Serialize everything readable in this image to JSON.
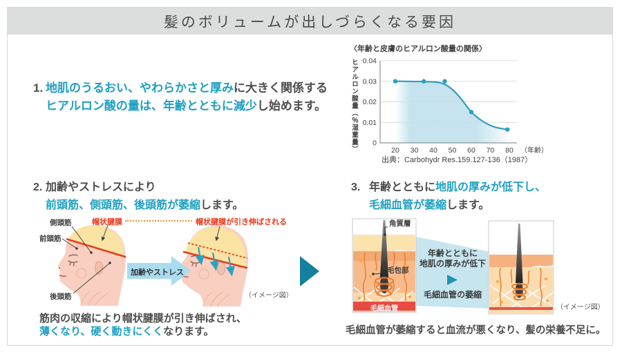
{
  "header": {
    "title": "髪のボリュームが出しづらくなる要因"
  },
  "sections": {
    "one": {
      "num": "1.",
      "l1a": "地肌のうるおい、やわらかさと厚み",
      "l1b": "に大きく関係する",
      "l2a": "ヒアルロン酸の量は、年齢とともに減少",
      "l2b": "し始めます。"
    },
    "two": {
      "num": "2.",
      "l1": "加齢やストレスにより",
      "l2a": "前頭筋、側頭筋、後頭筋が萎縮",
      "l2b": "します。",
      "cap1": "筋肉の収縮により帽状腱膜が引き伸ばされ、",
      "cap2a": "薄くなり、硬く動きにくく",
      "cap2b": "なります。"
    },
    "three": {
      "num": "3.",
      "l1a": "年齢とともに",
      "l1b": "地肌の厚みが低下し、",
      "l2a": "毛細血管が萎縮",
      "l2b": "します。",
      "cap": "毛細血管が萎縮すると血流が悪くなり、髪の栄養不足に。"
    }
  },
  "head_diagram": {
    "temporal": "側頭筋",
    "frontal": "前頭筋",
    "occipital": "後頭筋",
    "galea": "帽状腱膜",
    "galea_stretched": "帽状腱膜が引き伸ばされる",
    "arrow": "加齢やストレス",
    "note": "（イメージ図）"
  },
  "skin_diagram": {
    "stratum": "角質層",
    "follicle": "毛包部",
    "capillary": "毛細血管",
    "mid1": "年齢とともに",
    "mid2": "地肌の厚みが低下",
    "mid3": "毛細血管の萎縮",
    "note": "（イメージ図）"
  },
  "chart_data": {
    "type": "line",
    "title": "〈年齢と皮膚のヒアルロン酸量の関係〉",
    "ylabel": "ヒアルロン酸量（％湿重量）",
    "xlabel": "（年齢）",
    "source": "出典：Carbohydr Res.159.127-136（1987）",
    "xlim": [
      12,
      84
    ],
    "ylim": [
      0,
      0.04
    ],
    "x_ticks": [
      20,
      30,
      40,
      50,
      60,
      70,
      80
    ],
    "y_ticks": [
      0,
      0.01,
      0.02,
      0.03,
      0.04
    ],
    "y_tick_labels": [
      "0",
      "0.01",
      "0.02",
      "0.03",
      "0.04"
    ],
    "points": [
      [
        20,
        0.03
      ],
      [
        35,
        0.03
      ],
      [
        46,
        0.03
      ],
      [
        60,
        0.015
      ],
      [
        79,
        0.0065
      ]
    ],
    "curve": [
      [
        20,
        0.03
      ],
      [
        35,
        0.0298
      ],
      [
        44,
        0.0292
      ],
      [
        50,
        0.026
      ],
      [
        55,
        0.021
      ],
      [
        60,
        0.015
      ],
      [
        66,
        0.0105
      ],
      [
        72,
        0.0078
      ],
      [
        79,
        0.0065
      ]
    ],
    "grid": true,
    "legend": "none",
    "line_color": "#2e9fbc",
    "area_color": "#bfe0ec"
  },
  "colors": {
    "accent_blue": "#1e9fc1",
    "accent_red": "#e8391a",
    "teal_arrow": "#15809f",
    "header_bg": "#dcdedd"
  }
}
